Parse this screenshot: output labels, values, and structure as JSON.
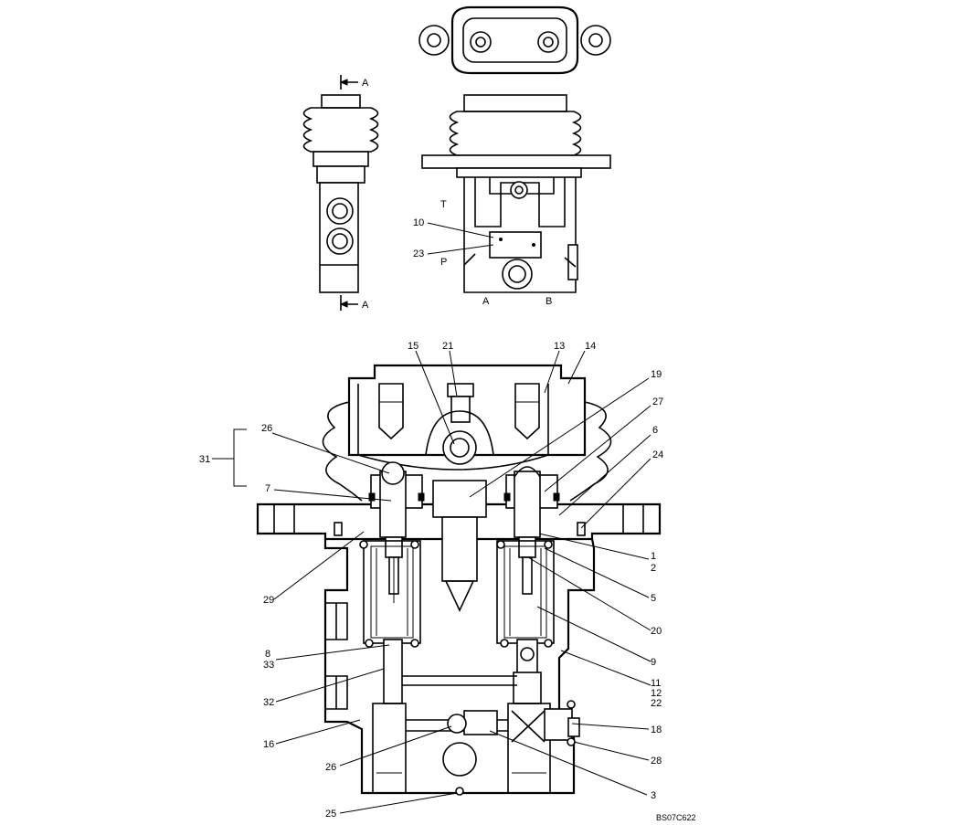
{
  "top_view": {
    "section_marker": "A",
    "port_labels": {
      "t": "T",
      "p": "P",
      "a": "A",
      "b": "B"
    },
    "callouts": [
      "10",
      "23"
    ]
  },
  "section_view": {
    "callouts": {
      "c15": "15",
      "c21": "21",
      "c13": "13",
      "c14": "14",
      "c19": "19",
      "c27": "27",
      "c6": "6",
      "c24": "24",
      "c26a": "26",
      "c31": "31",
      "c7": "7",
      "c1": "1",
      "c2": "2",
      "c5": "5",
      "c29": "29",
      "c20": "20",
      "c9": "9",
      "c8": "8",
      "c33": "33",
      "c11": "11",
      "c12": "12",
      "c22": "22",
      "c32": "32",
      "c18": "18",
      "c16": "16",
      "c28": "28",
      "c26b": "26",
      "c3": "3",
      "c25": "25"
    }
  },
  "drawing_code": "BS07C622"
}
